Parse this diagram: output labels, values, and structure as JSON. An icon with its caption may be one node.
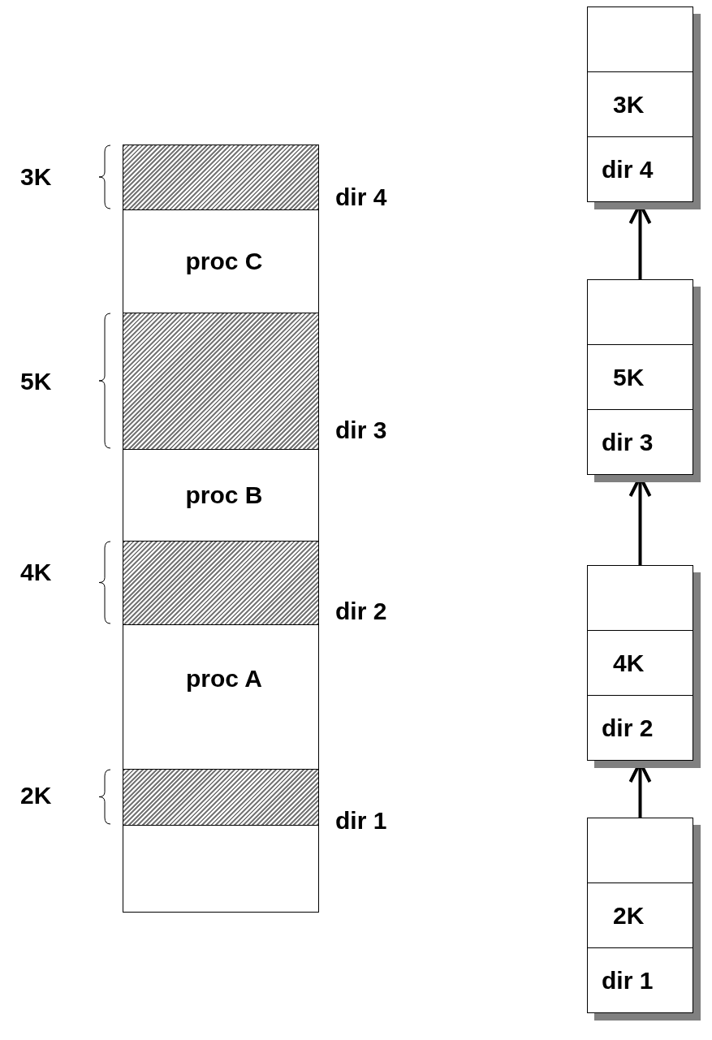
{
  "diagram": {
    "nodes": [
      {
        "text": [],
        "shape": "box",
        "beside": [
          "3K",
          "dir 4"
        ]
      },
      {
        "text": [
          "proc C"
        ]
      },
      {
        "text": [],
        "shape": "box",
        "beside": [
          "5K",
          "dir 3"
        ]
      },
      {
        "text": [
          "proc B"
        ]
      },
      {
        "text": [],
        "shape": "box",
        "beside": [
          "4K",
          "dir 2"
        ]
      },
      {
        "text": [
          "proc A"
        ]
      },
      {
        "text": [],
        "shape": "box",
        "beside": [
          "2K",
          "dir 1"
        ]
      },
      {
        "text": [],
        "shape": "box"
      },
      {
        "text": [
          "3K",
          "dir 4"
        ]
      },
      {
        "text": [
          "5K",
          "dir 3"
        ]
      },
      {
        "text": [
          "4K",
          "dir 2"
        ]
      },
      {
        "text": [
          "2K",
          "dir 1"
        ]
      }
    ],
    "edges": [
      {
        "from": 11,
        "to": 10,
        "arrow": "to"
      },
      {
        "from": 10,
        "to": 9,
        "arrow": "to"
      },
      {
        "from": 9,
        "to": 8,
        "arrow": "to"
      }
    ]
  }
}
